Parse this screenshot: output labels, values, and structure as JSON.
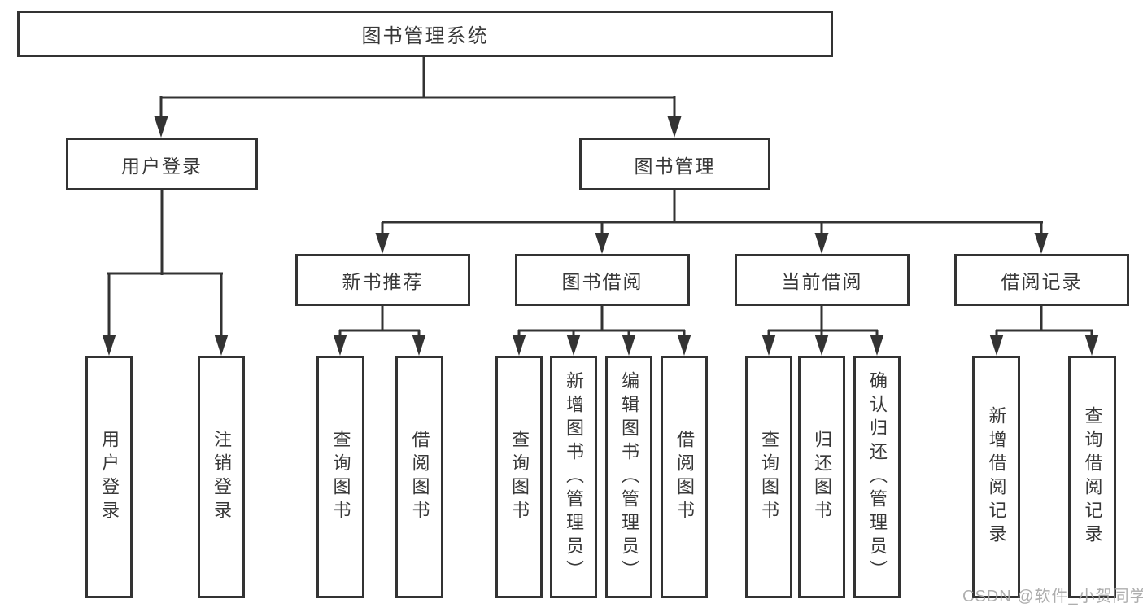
{
  "diagram": {
    "root": "图书管理系统",
    "l2": [
      "用户登录",
      "图书管理"
    ],
    "l3": [
      "新书推荐",
      "图书借阅",
      "当前借阅",
      "借阅记录"
    ],
    "l4": [
      "用户登录",
      "注销登录",
      "查询图书",
      "借阅图书",
      "查询图书",
      "新增图书（管理员）",
      "编辑图书（管理员）",
      "借阅图书",
      "查询图书",
      "归还图书",
      "确认归还（管理员）",
      "新增借阅记录",
      "查询借阅记录"
    ]
  },
  "watermark": "CSDN @软件_小贺同学",
  "colors": {
    "line": "#333333",
    "text": "#383838",
    "watermark": "#a8a8a8",
    "background": "#ffffff"
  }
}
